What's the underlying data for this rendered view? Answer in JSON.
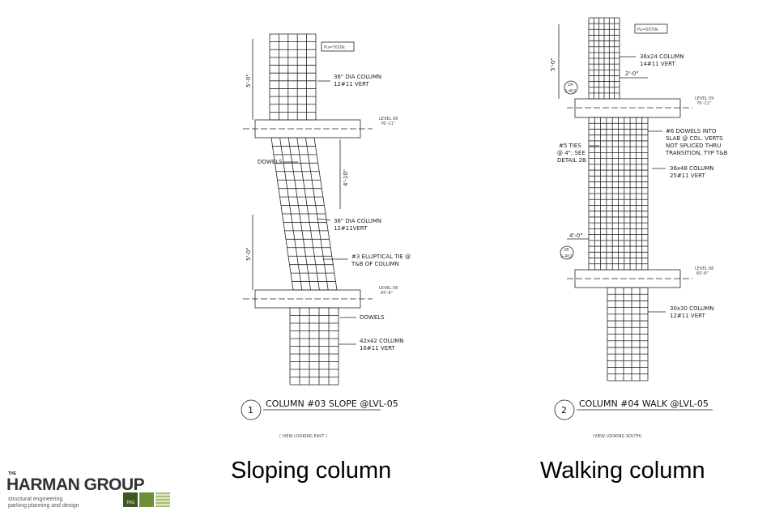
{
  "drawing1": {
    "load": "Pu=7020k",
    "upper_column": [
      "36\" DIA COLUMN",
      "12#11 VERT"
    ],
    "dim_upper": "5'-0\"",
    "dim_mid": "4'-10\"",
    "dim_lower": "5'-0\"",
    "level_upper": [
      "LEVEL 08",
      "76'-11\""
    ],
    "level_lower": [
      "LEVEL 08",
      "65'-6\""
    ],
    "dowels_upper": "DOWELS",
    "sloped_column": [
      "36\" DIA COLUMN",
      "12#11VERT"
    ],
    "tie": [
      "#3 ELLIPTICAL TIE @",
      "T&B OF COLUMN"
    ],
    "dowels_lower": "DOWELS",
    "lower_column": [
      "42x42 COLUMN",
      "16#11 VERT"
    ],
    "number": "1",
    "title": "COLUMN #03 SLOPE @LVL-05",
    "view": "( VIEW LOOKING EAST )"
  },
  "drawing2": {
    "load": "Pu=5070k",
    "upper_column": [
      "36x24 COLUMN",
      "14#11 VERT"
    ],
    "dim_upper": "5'-0\"",
    "dim_offset": "2'-0\"",
    "dim_lower": "4'-0\"",
    "detail_upper": [
      "2A",
      "S-402"
    ],
    "detail_lower": [
      "2B",
      "S-402"
    ],
    "level_upper": [
      "LEVEL 09",
      "76'-11\""
    ],
    "level_lower": [
      "LEVEL 08",
      "65'-6\""
    ],
    "dowels": [
      "#6 DOWELS INTO",
      "SLAB @ COL. VERTS",
      "NOT SPLICED THRU",
      "TRANSITION, TYP T&B"
    ],
    "ties": [
      "#5 TIES",
      "@ 4\"; SEE",
      "DETAIL 2B"
    ],
    "mid_column": [
      "36x48 COLUMN",
      "25#11 VERT"
    ],
    "lower_column": [
      "30x30 COLUMN",
      "12#11 VERT"
    ],
    "number": "2",
    "title": "COLUMN #04 WALK @LVL-05",
    "view": "(VIEW LOOKING SOUTH)"
  },
  "captions": {
    "left": "Sloping column",
    "right": "Walking column"
  },
  "logo": {
    "the": "THE",
    "name": "HARMAN GROUP",
    "sub1": "structural engineering",
    "sub2": "parking planning and design",
    "badge": "THG"
  },
  "colors": {
    "logo_green_dark": "#3d5a1e",
    "logo_green": "#6f8f3a",
    "logo_green_light": "#a9bf72"
  }
}
